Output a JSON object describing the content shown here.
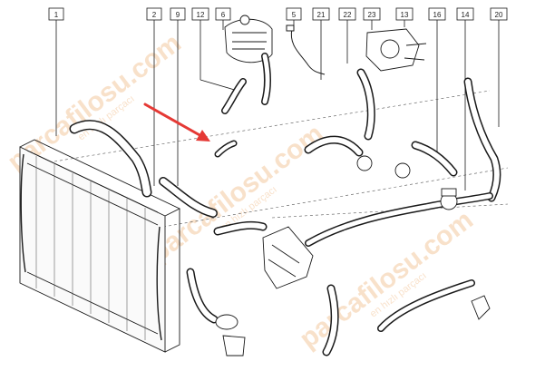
{
  "diagram": {
    "callouts": [
      {
        "id": "c1",
        "label": "1"
      },
      {
        "id": "c2",
        "label": "2"
      },
      {
        "id": "c9",
        "label": "9"
      },
      {
        "id": "c12",
        "label": "12"
      },
      {
        "id": "c6",
        "label": "6"
      },
      {
        "id": "c5",
        "label": "5"
      },
      {
        "id": "c21",
        "label": "21"
      },
      {
        "id": "c22",
        "label": "22"
      },
      {
        "id": "c23",
        "label": "23"
      },
      {
        "id": "c13",
        "label": "13"
      },
      {
        "id": "c16",
        "label": "16"
      },
      {
        "id": "c14",
        "label": "14"
      },
      {
        "id": "c20",
        "label": "20"
      }
    ],
    "watermarks": [
      {
        "main": "parcafilosu.com",
        "sub": "en hızlı parçacı"
      },
      {
        "main": "parcafilosu.com",
        "sub": "en hızlı parçacı"
      },
      {
        "main": "parcafilosu.com",
        "sub": "en hızlı parçacı"
      }
    ],
    "colors": {
      "line": "#1a1a1a",
      "arrow": "#e53935",
      "watermark": "#f4c9a0"
    }
  }
}
